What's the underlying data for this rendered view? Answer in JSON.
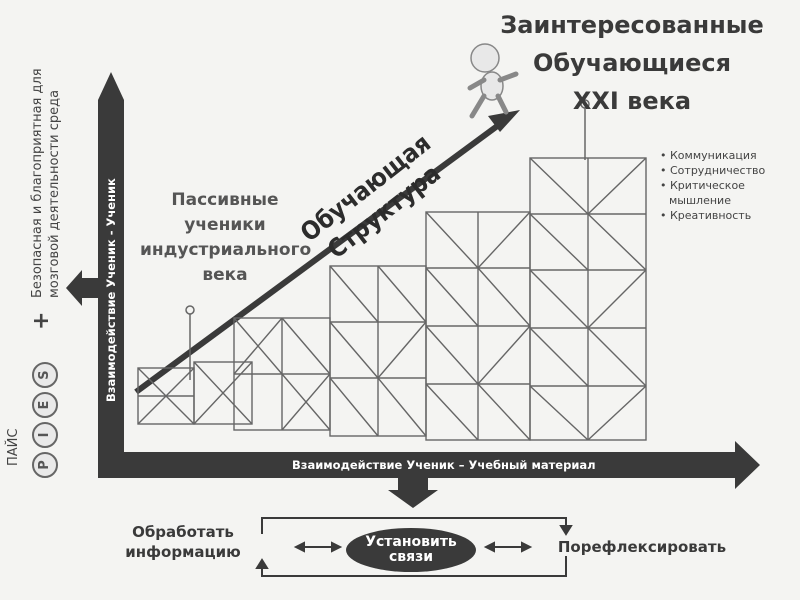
{
  "colors": {
    "axis": "#3a3a3a",
    "scaffold": "#666666",
    "background": "#f4f4f2"
  },
  "left": {
    "pies_label": "ПАЙС",
    "pies_letters": [
      "P",
      "I",
      "E",
      "S"
    ],
    "plus_sign": "+",
    "environment_line1": "Безопасная и благоприятная для",
    "environment_line2": "мозговой деятельности среда"
  },
  "axes": {
    "vertical_label": "Взаимодействие Ученик - Ученик",
    "horizontal_label": "Взаимодействие Ученик – Учебный материал"
  },
  "passive": {
    "line1": "Пассивные",
    "line2": "ученики",
    "line3": "индустриального",
    "line4": "века"
  },
  "structure": {
    "line1": "Обучающая",
    "line2": "Структура"
  },
  "title": {
    "line1": "Заинтересованные",
    "line2": "Обучающиеся",
    "line3": "XXI века"
  },
  "skills": {
    "item1": "Коммуникация",
    "item2": "Сотрудничество",
    "item3": "Критическое",
    "item3b": "мышление",
    "item4": "Креативность"
  },
  "bottom": {
    "left_line1": "Обработать",
    "left_line2": "информацию",
    "center_line1": "Установить",
    "center_line2": "связи",
    "right": "Порефлексировать"
  }
}
